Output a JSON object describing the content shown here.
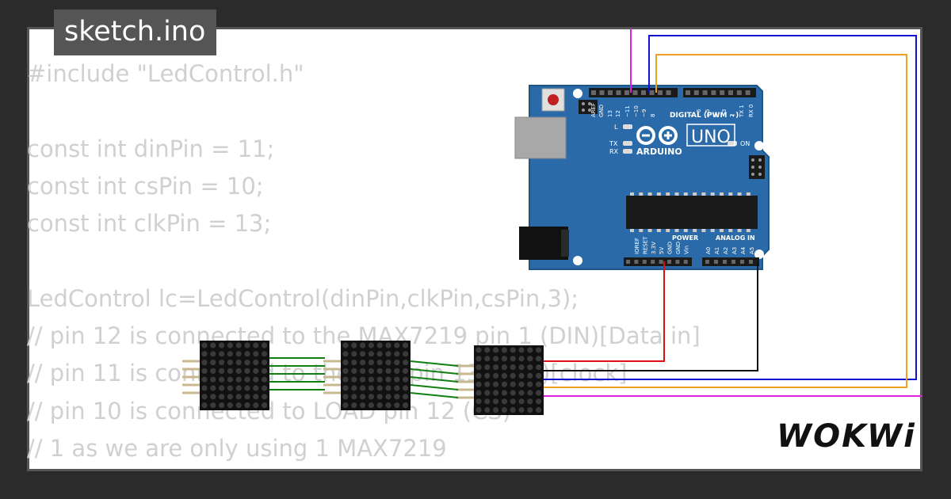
{
  "title": "sketch.ino",
  "code_lines": [
    "#include \"LedControl.h\"",
    "",
    "const int dinPin = 11;",
    "const int csPin = 10;",
    "const int clkPin = 13;",
    "",
    "LedControl lc=LedControl(dinPin,clkPin,csPin,3);",
    "// pin 12 is connected to the MAX7219 pin 1 (DIN)[Data in]",
    "// pin 11 is connected to the CLK pin 13 (CLK)[clock]",
    "// pin 10 is connected to LOAD pin 12 (CS)",
    "// 1 as we are only using 1 MAX7219"
  ],
  "board": {
    "logo_text": "ARDUINO",
    "model": "UNO",
    "digital_label": "DIGITAL (PWM ~)",
    "power_label": "POWER",
    "analog_label": "ANALOG IN",
    "on_label": "ON",
    "led_labels": [
      "L",
      "TX",
      "RX"
    ],
    "digital_pins": [
      "AREF",
      "GND",
      "13",
      "12",
      "~11",
      "~10",
      "~9",
      "8",
      "7",
      "~6",
      "~5",
      "4",
      "~3",
      "2",
      "TX 1",
      "RX 0"
    ],
    "power_pins": [
      "IOREF",
      "RESET",
      "3.3V",
      "5V",
      "GND",
      "GND",
      "Vin"
    ],
    "analog_pins": [
      "A0",
      "A1",
      "A2",
      "A3",
      "A4",
      "A5"
    ]
  },
  "wire_colors": {
    "magenta": "#e020e0",
    "blue": "#1010d0",
    "orange": "#f0a020",
    "red": "#e01010",
    "black": "#111111",
    "green": "#108010",
    "board": "#2a6aa8"
  },
  "brand": "WOKWi"
}
